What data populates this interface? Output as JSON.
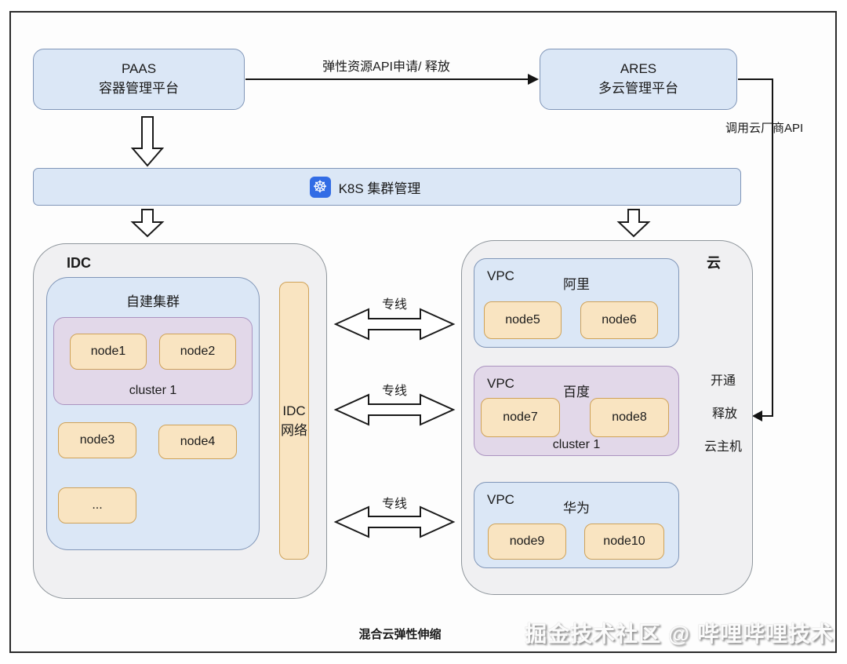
{
  "colors": {
    "box_blue": "#dbe7f6",
    "box_blue_border": "#8096b8",
    "container_gray": "#f0f0f2",
    "container_gray_border": "#8f969c",
    "box_purple": "#e2d8e9",
    "box_purple_border": "#ab93c0",
    "node_orange": "#f9e4c1",
    "node_orange_border": "#cfa258",
    "k8s_blue": "#326ce5",
    "line_dark": "#141414"
  },
  "top": {
    "paas": {
      "title": "PAAS",
      "subtitle": "容器管理平台"
    },
    "ares": {
      "title": "ARES",
      "subtitle": "多云管理平台"
    },
    "api_arrow_label": "弹性资源API申请/ 释放",
    "vendor_api_label": "调用云厂商API"
  },
  "k8s_bar": {
    "icon": "kubernetes-icon",
    "icon_glyph": "☸",
    "label": "K8S 集群管理"
  },
  "idc": {
    "title": "IDC",
    "self_cluster": {
      "title": "自建集群",
      "cluster": {
        "label": "cluster 1",
        "nodes": [
          "node1",
          "node2"
        ]
      },
      "standalone_nodes": [
        "node3",
        "node4",
        "..."
      ]
    },
    "network": {
      "line1": "IDC",
      "line2": "网络"
    }
  },
  "links": {
    "dedicated_line_label": "专线"
  },
  "cloud": {
    "title": "云",
    "vpcs": [
      {
        "label": "VPC",
        "vendor": "阿里",
        "nodes": [
          "node5",
          "node6"
        ]
      },
      {
        "label": "VPC",
        "vendor": "百度",
        "nodes": [
          "node7",
          "node8"
        ],
        "cluster_label": "cluster 1"
      },
      {
        "label": "VPC",
        "vendor": "华为",
        "nodes": [
          "node9",
          "node10"
        ]
      }
    ],
    "side_labels": [
      "开通",
      "释放",
      "云主机"
    ]
  },
  "footer": {
    "caption": "混合云弹性伸缩",
    "watermark": "掘金技术社区 @ 哔哩哔哩技术"
  }
}
